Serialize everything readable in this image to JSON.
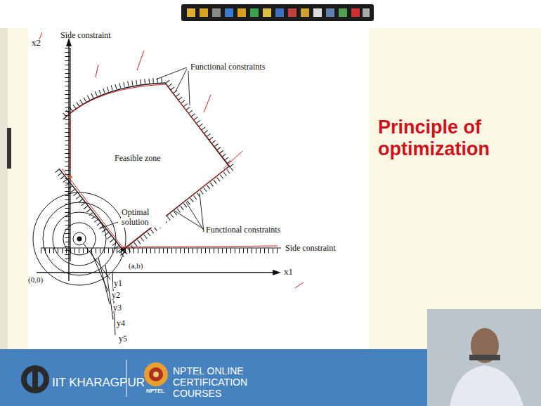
{
  "diagram": {
    "title": "Principle of optimization",
    "labels": [
      "Side constraint",
      "x2",
      "Functional constraints",
      "Feasible zone",
      "Optimal solution",
      "Functional constraints",
      "Side constraint",
      "(a,b)",
      "x1",
      "(0,0)",
      "y1",
      "y2",
      "y3",
      "y4",
      "y5",
      "IIT KHARAGPUR",
      "NPTEL ONLINE CERTIFICATION COURSES",
      "NPTEL"
    ]
  }
}
